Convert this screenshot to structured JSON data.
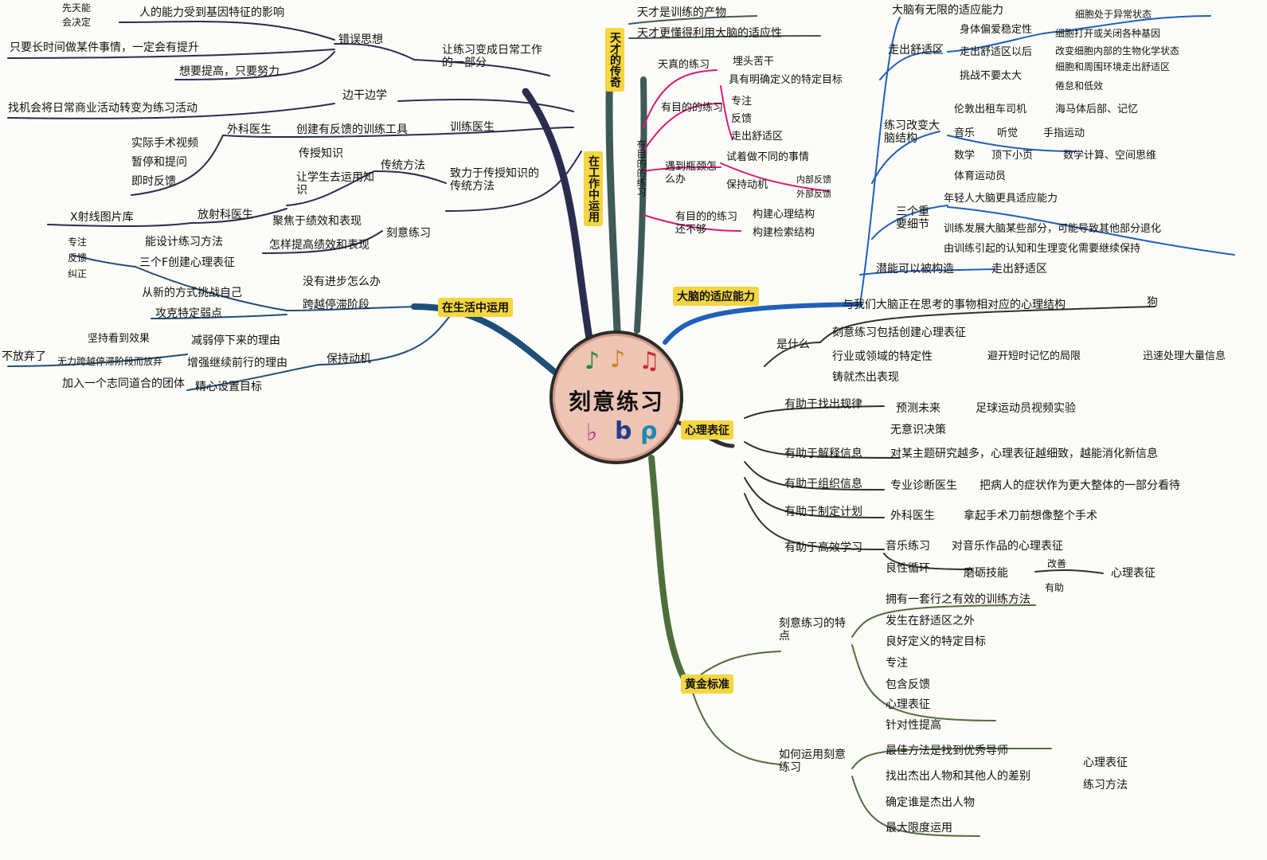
{
  "center": {
    "title": "刻意练习",
    "notes": [
      {
        "glyph": "♪",
        "color": "#1e8a3c"
      },
      {
        "glyph": "♪",
        "color": "#c8871a"
      },
      {
        "glyph": "♫",
        "color": "#d2232a"
      },
      {
        "glyph": "♭",
        "color": "#b23b8c"
      },
      {
        "glyph": "b",
        "color": "#1f3f8f"
      },
      {
        "glyph": "ρ",
        "color": "#1c8bb0"
      }
    ]
  },
  "colors": {
    "work": "#2a2d4e",
    "life": "#1f4e79",
    "genius": "#3f5a56",
    "purposeful": "#d81b74",
    "adapt": "#1f61b8",
    "mental": "#303030",
    "gold": "#4e6e3a",
    "highlight": "#f3d640",
    "center_fill": "#eec4b4"
  },
  "branches": {
    "work": {
      "title": "在工作中运用",
      "l1_daily": "让练习变成日常工作的一部分",
      "wrong_thought": "错误思想",
      "wrong_1_a": "先天能",
      "wrong_1_b": "会决定",
      "wrong_1_c": "人的能力受到基因特征的影响",
      "wrong_2": "只要长时间做某件事情，一定会有提升",
      "wrong_3": "想要提高，只要努力",
      "by_doing": "边干边学",
      "by_doing_1": "找机会将日常商业活动转变为练习活动",
      "doctor": "训练医生",
      "surgeon": "外科医生",
      "tool": "创建有反馈的训练工具",
      "surgeon_1": "实际手术视频",
      "surgeon_2": "暂停和提问",
      "surgeon_3": "即时反馈",
      "teaching": "致力于传授知识的传统方法",
      "trad": "传统方法",
      "trad_1": "传授知识",
      "trad_2": "让学生去运用知识",
      "radiology": "放射科医生",
      "radiology_1": "X射线图片库",
      "deliberate": "刻意练习",
      "deliberate_1": "聚焦于绩效和表现",
      "deliberate_2": "怎样提高绩效和表现"
    },
    "life": {
      "title": "在生活中运用",
      "design": "能设计练习方法",
      "create_mr": "三个F创建心理表征",
      "three_f_1": "专注",
      "three_f_2": "反馈",
      "three_f_3": "纠正",
      "plateau": "跨越停滞阶段",
      "no_progress": "没有进步怎么办",
      "new_way": "从新的方式挑战自己",
      "weak": "攻克特定弱点",
      "motivation": "保持动机",
      "reduce": "减弱停下来的理由",
      "enhance": "增强继续前行的理由",
      "goal": "精心设置目标",
      "quit": "不放弃了",
      "adhere": "坚持看到效果",
      "hard": "无力跨越停滞阶段而放弃",
      "group": "加入一个志同道合的团体"
    },
    "genius": {
      "title": "天才的传奇",
      "item_1": "天才是训练的产物",
      "item_2": "天才更懂得利用大脑的适应性"
    },
    "purposeful": {
      "title": "有目的的练习",
      "naive": "天真的练习",
      "naive_1": "埋头苦干",
      "purpose": "有目的的练习",
      "purpose_1": "具有明确定义的特定目标",
      "purpose_2": "专注",
      "purpose_3": "反馈",
      "purpose_4": "走出舒适区",
      "stuck": "遇到瓶颈怎么办",
      "stuck_1": "试着做不同的事情",
      "stuck_2": "保持动机",
      "stuck_2a": "内部反馈",
      "stuck_2b": "外部反馈",
      "more": "有目的的练习还不够",
      "more_1": "构建心理结构",
      "more_2": "构建检索结构"
    },
    "adapt": {
      "title": "大脑的适应能力",
      "unlimited": "大脑有无限的适应能力",
      "comfort": "走出舒适区",
      "comfort_1": "身体偏爱稳定性",
      "comfort_2": "走出舒适区以后",
      "comfort_3": "挑战不要太大",
      "cell_1": "细胞处于异常状态",
      "cell_2": "细胞打开或关闭各种基因",
      "cell_3": "改变细胞内部的生物化学状态",
      "cell_4": "细胞和周围环境走出舒适区",
      "lazy": "倦怠和低效",
      "change": "练习改变大脑结构",
      "taxi": "伦敦出租车司机",
      "hippo": "海马体后部、记忆",
      "music": "音乐",
      "hearing": "听觉",
      "motor": "手指运动",
      "math": "数学",
      "parietal": "顶下小页",
      "calc": "数学计算、空间思维",
      "athlete": "体育运动员",
      "details": "三个重要细节",
      "detail_1": "年轻人大脑更具适应能力",
      "detail_2": "训练发展大脑某些部分，可能导致其他部分退化",
      "detail_3": "由训练引起的认知和生理变化需要继续保持",
      "potential": "潜能可以被构造",
      "potential_1": "走出舒适区"
    },
    "mental": {
      "title": "心理表征",
      "what": "是什么",
      "what_1": "与我们大脑正在思考的事物相对应的心理结构",
      "what_1b": "狗",
      "what_2": "刻意练习包括创建心理表征",
      "what_3": "行业或领域的特定性",
      "what_3a": "避开短时记忆的局限",
      "what_3b": "迅速处理大量信息",
      "what_4": "铸就杰出表现",
      "pattern": "有助于找出规律",
      "pattern_1": "预测未来",
      "pattern_2": "足球运动员视频实验",
      "pattern_3": "无意识决策",
      "explain": "有助于解释信息",
      "explain_1": "对某主题研究越多，心理表征越细致，越能消化新信息",
      "organize": "有助于组织信息",
      "organize_1": "专业诊断医生",
      "organize_2": "把病人的症状作为更大整体的一部分看待",
      "plan": "有助于制定计划",
      "plan_1": "外科医生",
      "plan_2": "拿起手术刀前想像整个手术",
      "learn": "有助于高效学习",
      "learn_1": "音乐练习",
      "learn_2": "对音乐作品的心理表征",
      "cycle": "良性循环",
      "cycle_1": "磨砺技能",
      "cycle_2": "改善",
      "cycle_3": "有助",
      "cycle_4": "心理表征"
    },
    "gold": {
      "title": "黄金标准",
      "features": "刻意练习的特点",
      "feature_1": "拥有一套行之有效的训练方法",
      "feature_2": "发生在舒适区之外",
      "feature_3": "良好定义的特定目标",
      "feature_4": "专注",
      "feature_5": "包含反馈",
      "feature_6": "心理表征",
      "feature_7": "针对性提高",
      "howto": "如何运用刻意练习",
      "howto_1": "最佳方法是找到优秀导师",
      "howto_2": "找出杰出人物和其他人的差别",
      "howto_2a": "心理表征",
      "howto_2b": "练习方法",
      "howto_3": "确定谁是杰出人物",
      "howto_4": "最大限度运用"
    }
  }
}
